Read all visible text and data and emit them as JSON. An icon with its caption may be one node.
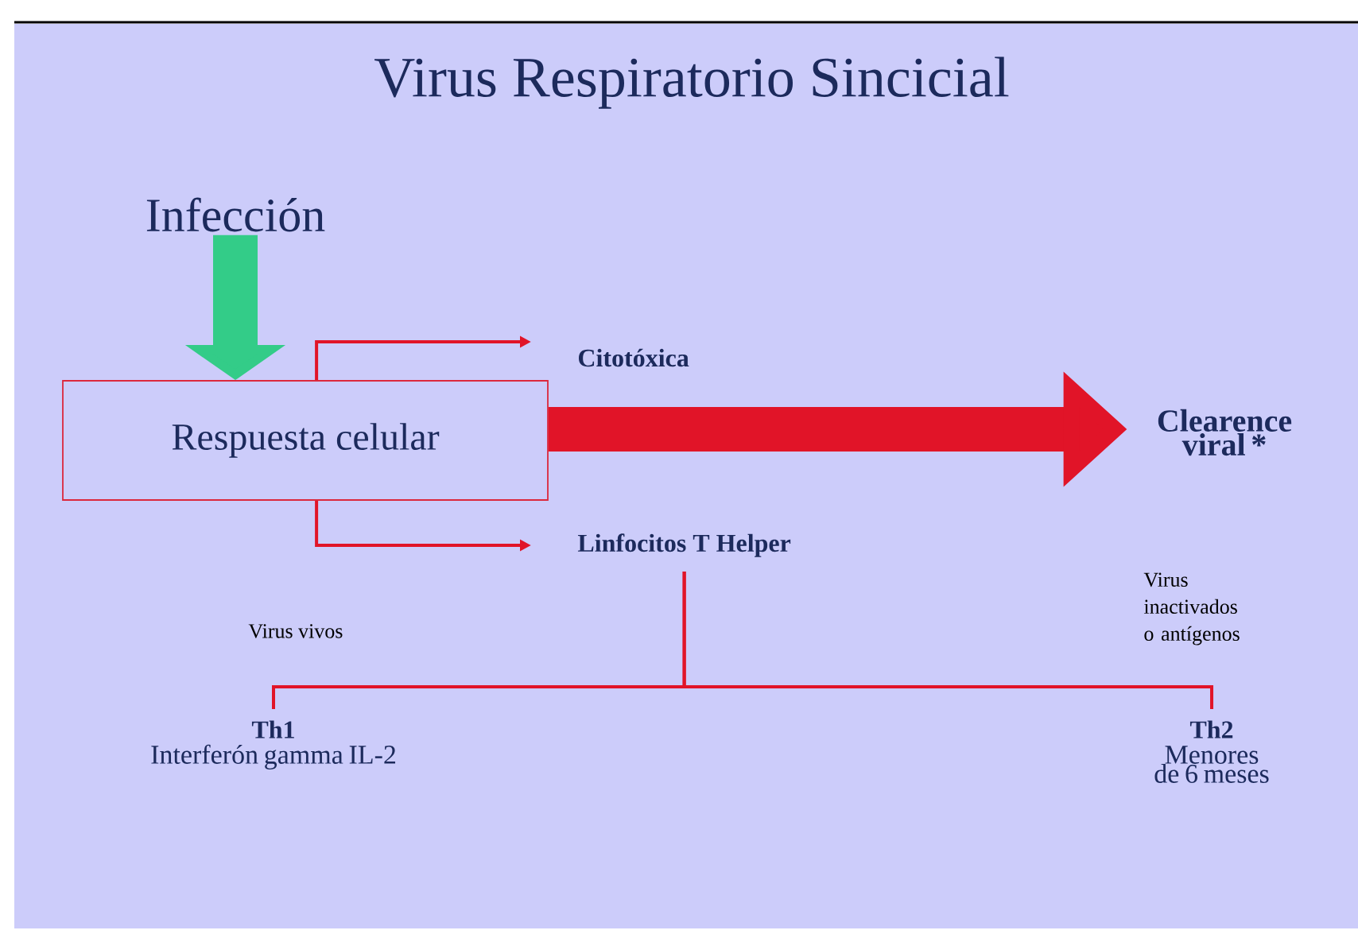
{
  "diagram": {
    "title": "Virus Respiratorio Sincicial",
    "nodes": [
      {
        "text": [
          "Infección"
        ]
      },
      {
        "text": [
          "Respuesta celular"
        ]
      },
      {
        "text": [
          "Citotóxica"
        ]
      },
      {
        "text": [
          "Linfocitos T Helper"
        ]
      },
      {
        "text": [
          "Clearence viral *"
        ]
      },
      {
        "text": [
          "Th1",
          "Interferón gamma IL-2"
        ]
      },
      {
        "text": [
          "Th2",
          "Menores de 6 meses"
        ]
      }
    ],
    "edges": [
      {
        "from": 0,
        "to": 1,
        "arrow": "to",
        "style": "thick",
        "color": "#33cc88"
      },
      {
        "from": 1,
        "to": 2,
        "arrow": "to"
      },
      {
        "from": 1,
        "to": 3,
        "arrow": "to"
      },
      {
        "from": 1,
        "to": 4,
        "arrow": "to",
        "style": "thick"
      },
      {
        "from": 3,
        "to": 5,
        "arrow": "none"
      },
      {
        "from": 3,
        "to": 6,
        "arrow": "none"
      }
    ],
    "labels": [
      "Virus vivos",
      "Virus inactivados o antígenos"
    ]
  }
}
